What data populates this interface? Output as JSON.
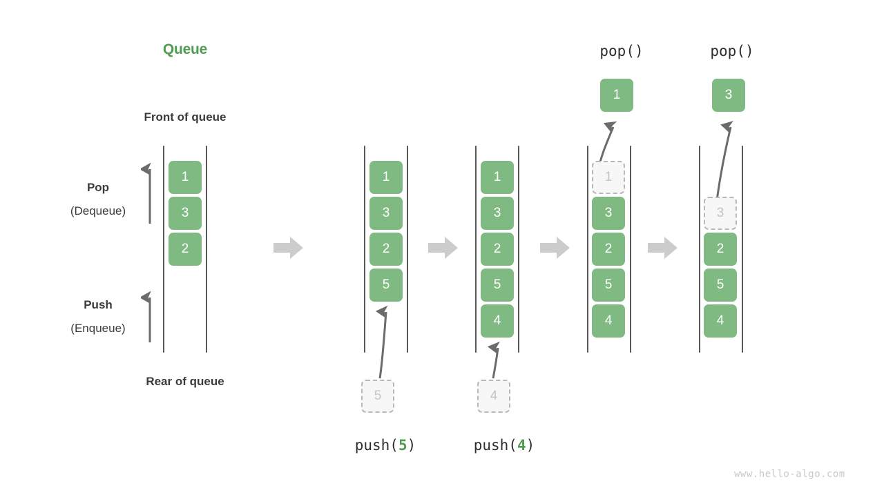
{
  "diagram": {
    "title": "Queue",
    "front_label": "Front of queue",
    "rear_label": "Rear of queue",
    "pop_label": "Pop",
    "pop_sub_label": "(Dequeue)",
    "push_label": "Push",
    "push_sub_label": "(Enqueue)",
    "watermark": "www.hello-algo.com",
    "colors": {
      "element": "#7fba83",
      "accent": "#4e9c52",
      "ghost_fill": "#f7f7f7",
      "ghost_border": "#b8b8b8",
      "ghost_text": "#c4c4c4",
      "rail": "#595959",
      "step_arrow": "#cccccc",
      "thin_arrow": "#6b6b6b",
      "text": "#3b3b3b",
      "watermark": "#c9c9c9"
    }
  },
  "steps": [
    {
      "id": "initial",
      "caption": "",
      "op_label": "",
      "boxes": [
        "1",
        "3",
        "2"
      ],
      "ghost_index": -1,
      "incoming": null,
      "outgoing": null
    },
    {
      "id": "push-5",
      "caption": "push(5)",
      "caption_fn": "push",
      "caption_arg": "5",
      "op_label": "",
      "boxes": [
        "1",
        "3",
        "2",
        "5"
      ],
      "ghost_index": -1,
      "incoming": "5",
      "outgoing": null
    },
    {
      "id": "push-4",
      "caption": "push(4)",
      "caption_fn": "push",
      "caption_arg": "4",
      "op_label": "",
      "boxes": [
        "1",
        "3",
        "2",
        "5",
        "4"
      ],
      "ghost_index": -1,
      "incoming": "4",
      "outgoing": null
    },
    {
      "id": "pop-1",
      "caption": "",
      "op_label": "pop()",
      "boxes": [
        "1",
        "3",
        "2",
        "5",
        "4"
      ],
      "ghost_index": 0,
      "incoming": null,
      "outgoing": "1"
    },
    {
      "id": "pop-3",
      "caption": "",
      "op_label": "pop()",
      "boxes": [
        "3",
        "2",
        "5",
        "4"
      ],
      "ghost_index": 0,
      "incoming": null,
      "outgoing": "3"
    }
  ],
  "step_arrows": [
    {
      "name": "step-arrow-1"
    },
    {
      "name": "step-arrow-2"
    },
    {
      "name": "step-arrow-3"
    },
    {
      "name": "step-arrow-4"
    }
  ]
}
